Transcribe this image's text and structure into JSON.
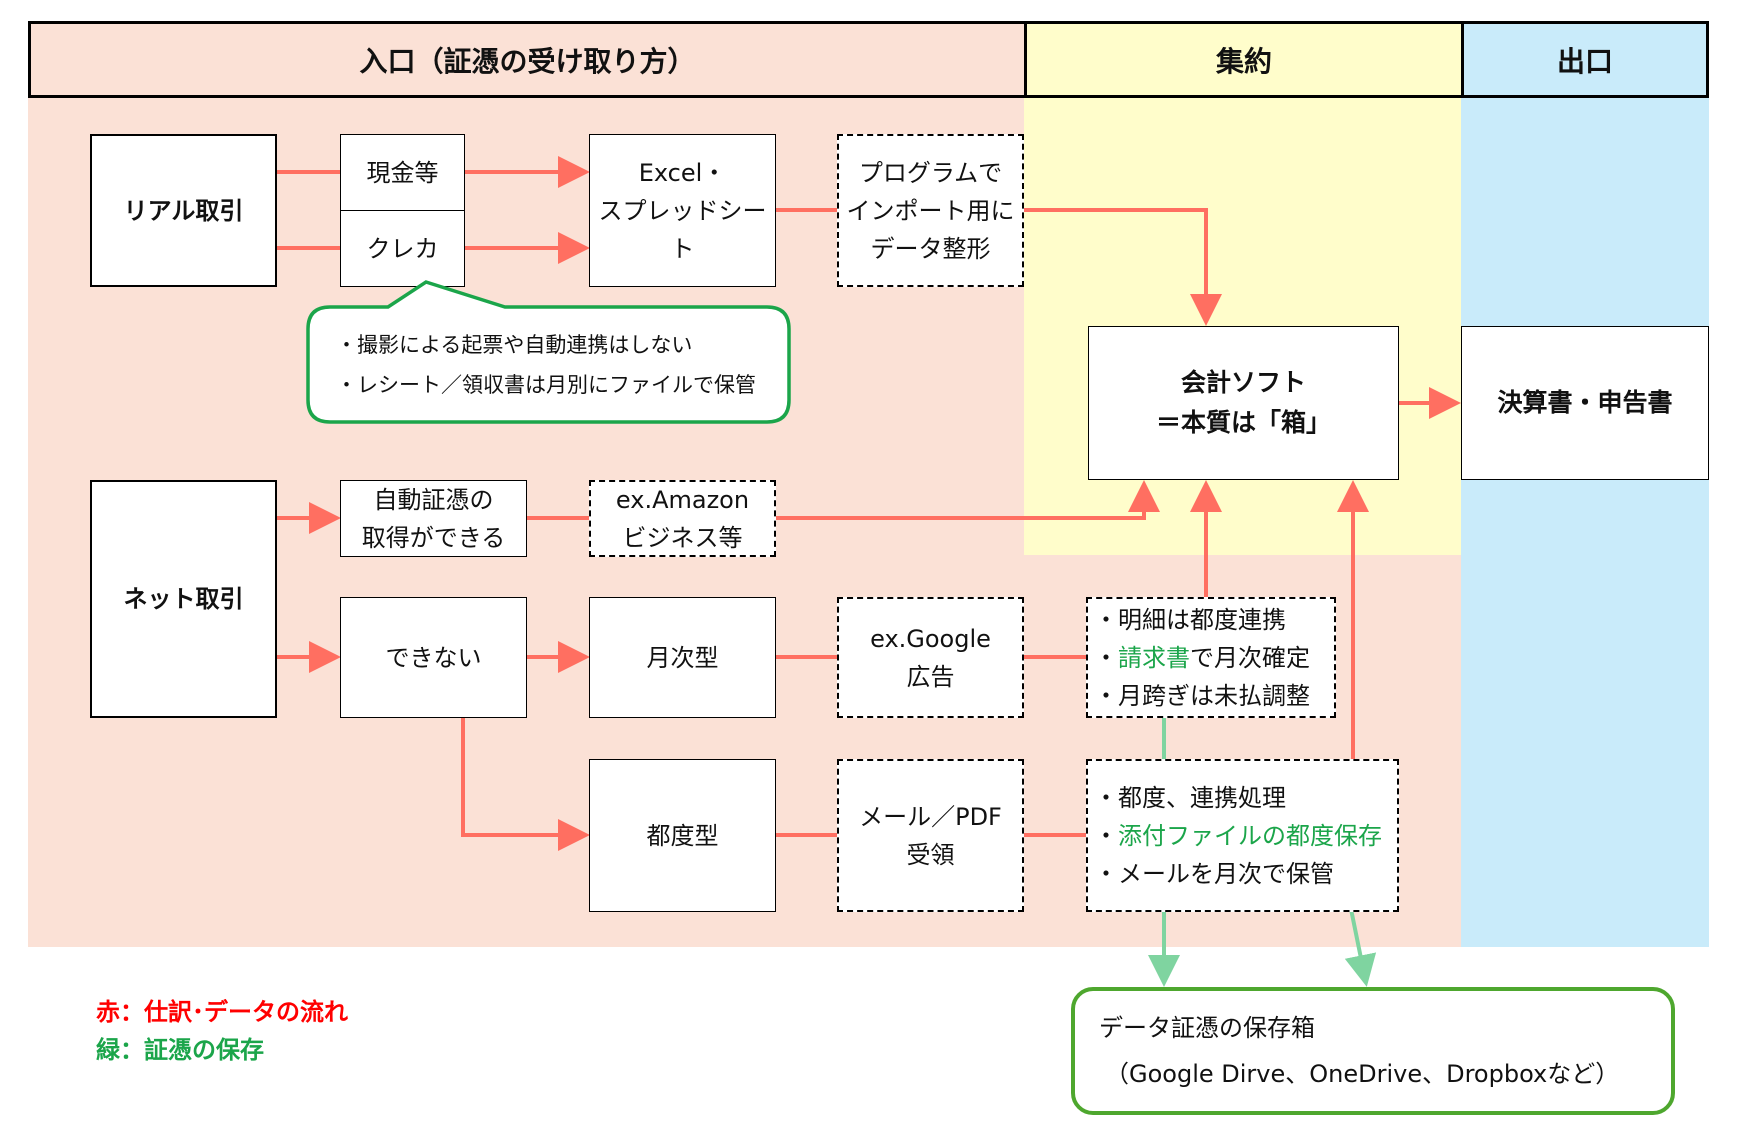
{
  "header": {
    "entrance": "入口（証憑の受け取り方）",
    "aggregation": "集約",
    "exit": "出口"
  },
  "colors": {
    "entrance_bg": "#fbe1d6",
    "aggregation_bg": "#fffdcb",
    "exit_bg": "#c9ebfa",
    "data_flow": "#ff6f61",
    "evidence_flow": "#7fd4a0",
    "callout_border": "#1ba54a",
    "storage_border": "#4ea72e",
    "legend_red": "#ff0000",
    "legend_green": "#1ba54a"
  },
  "real": {
    "label": "リアル取引",
    "cash": "現金等",
    "card": "クレカ",
    "excel": [
      "Excel・",
      "スプレッドシート"
    ],
    "program": [
      "プログラムで",
      "インポート用に",
      "データ整形"
    ],
    "callout": [
      "・撮影による起票や自動連携はしない",
      "・レシート／領収書は月別にファイルで保管"
    ]
  },
  "net": {
    "label": "ネット取引",
    "auto": [
      "自動証憑の",
      "取得ができる"
    ],
    "amazon": [
      "ex.Amazon",
      "ビジネス等"
    ],
    "cannot": "できない",
    "monthly": "月次型",
    "google": [
      "ex.Google",
      "広告"
    ],
    "monthly_notes": [
      {
        "bullet": "・",
        "text": "明細は都度連携",
        "highlight": ""
      },
      {
        "bullet": "・",
        "text": "で月次確定",
        "highlight": "請求書"
      },
      {
        "bullet": "・",
        "text": "月跨ぎは未払調整",
        "highlight": ""
      }
    ],
    "each": "都度型",
    "mail": [
      "メール／PDF",
      "受領"
    ],
    "each_notes": [
      {
        "bullet": "・",
        "text": "都度、連携処理",
        "green": false
      },
      {
        "bullet": "・",
        "text": "添付ファイルの都度保存",
        "green": true
      },
      {
        "bullet": "・",
        "text": "メールを月次で保管",
        "green": false
      }
    ]
  },
  "aggregation": {
    "software": [
      "会計ソフト",
      "＝本質は「箱」"
    ]
  },
  "exit": {
    "statements": "決算書・申告書"
  },
  "storage": {
    "title": "データ証憑の保存箱",
    "examples": "（Google Dirve、OneDrive、Dropboxなど）"
  },
  "legend": {
    "red": "赤：仕訳･データの流れ",
    "green": "緑：証憑の保存"
  }
}
